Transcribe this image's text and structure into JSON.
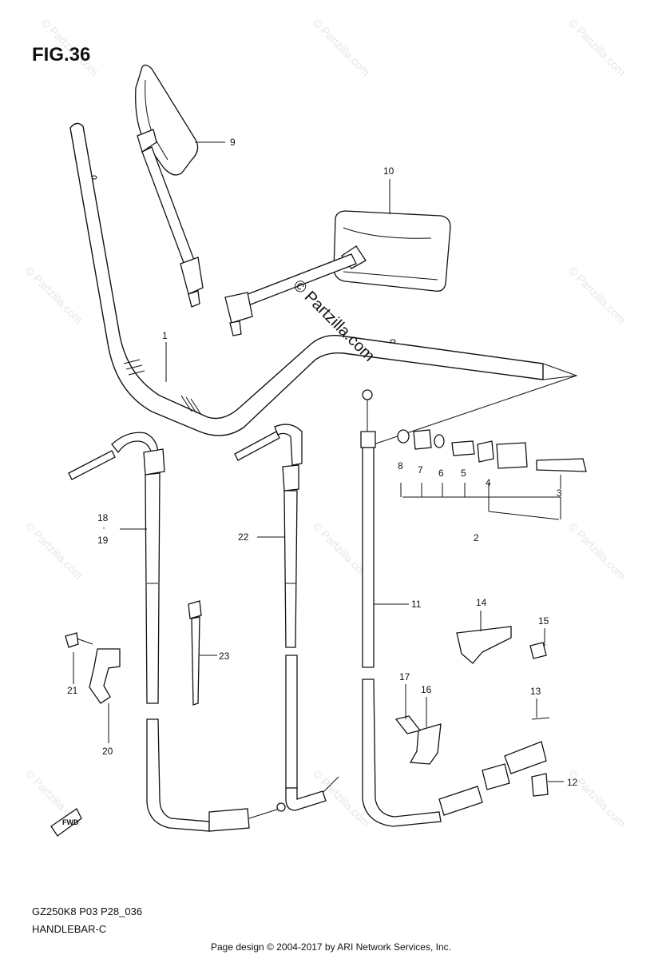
{
  "figure": {
    "title": "FIG.36"
  },
  "diagram": {
    "callouts": [
      {
        "id": "1",
        "label": "1"
      },
      {
        "id": "2",
        "label": "2"
      },
      {
        "id": "3",
        "label": "3"
      },
      {
        "id": "4",
        "label": "4"
      },
      {
        "id": "5",
        "label": "5"
      },
      {
        "id": "6",
        "label": "6"
      },
      {
        "id": "7",
        "label": "7"
      },
      {
        "id": "8",
        "label": "8"
      },
      {
        "id": "9",
        "label": "9"
      },
      {
        "id": "10",
        "label": "10"
      },
      {
        "id": "11",
        "label": "11"
      },
      {
        "id": "12",
        "label": "12"
      },
      {
        "id": "13",
        "label": "13"
      },
      {
        "id": "14",
        "label": "14"
      },
      {
        "id": "15",
        "label": "15"
      },
      {
        "id": "16",
        "label": "16"
      },
      {
        "id": "17",
        "label": "17"
      },
      {
        "id": "18",
        "label": "18"
      },
      {
        "id": "19",
        "label": "19"
      },
      {
        "id": "20",
        "label": "20"
      },
      {
        "id": "21",
        "label": "21"
      },
      {
        "id": "22",
        "label": "22"
      },
      {
        "id": "23",
        "label": "23"
      }
    ],
    "fwd_arrow_label": "FWD"
  },
  "watermark": {
    "text": "© Partzilla.com",
    "center_text": "© Partzilla.com"
  },
  "model_code": "GZ250K8 P03 P28_036",
  "group_name": "HANDLEBAR-C",
  "footer": "Page design © 2004-2017 by ARI Network Services, Inc."
}
